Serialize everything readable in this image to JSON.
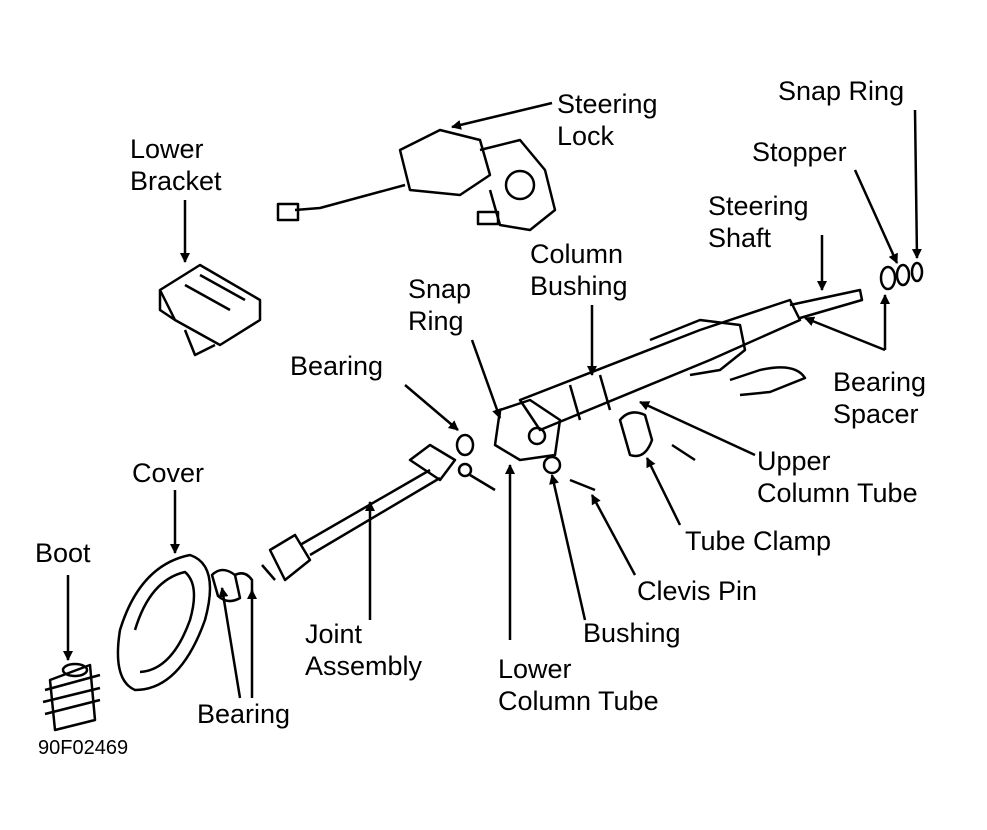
{
  "labels": {
    "steering_lock": [
      "Steering",
      "Lock"
    ],
    "lower_bracket": [
      "Lower",
      "Bracket"
    ],
    "snap_ring_top": [
      "Snap Ring"
    ],
    "stopper": [
      "Stopper"
    ],
    "steering_shaft": [
      "Steering",
      "Shaft"
    ],
    "column_bushing": [
      "Column",
      "Bushing"
    ],
    "snap_ring_mid": [
      "Snap",
      "Ring"
    ],
    "bearing_mid": [
      "Bearing"
    ],
    "bearing_spacer": [
      "Bearing",
      "Spacer"
    ],
    "cover": [
      "Cover"
    ],
    "upper_column_tube": [
      "Upper",
      "Column Tube"
    ],
    "boot": [
      "Boot"
    ],
    "tube_clamp": [
      "Tube Clamp"
    ],
    "joint_assembly": [
      "Joint",
      "Assembly"
    ],
    "clevis_pin": [
      "Clevis Pin"
    ],
    "bushing": [
      "Bushing"
    ],
    "lower_column_tube": [
      "Lower",
      "Column Tube"
    ],
    "bearing_bottom": [
      "Bearing"
    ]
  },
  "figure_code": "90F02469",
  "colors": {
    "ink": "#000000",
    "background": "#ffffff"
  }
}
